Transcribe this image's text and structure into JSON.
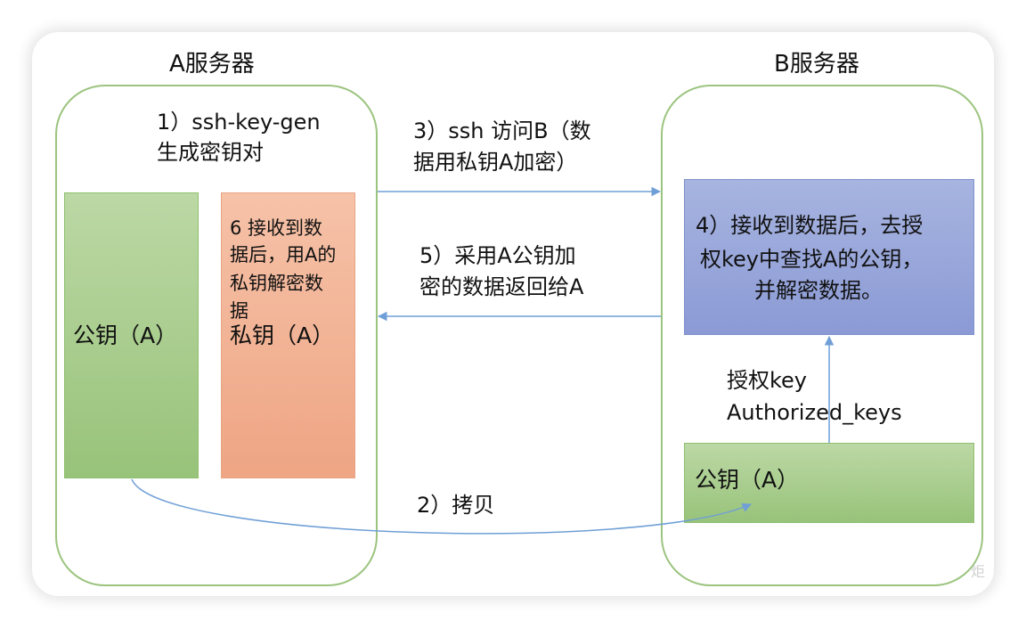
{
  "server_a": {
    "title": "A服务器",
    "step1_line1": "1）ssh-key-gen",
    "step1_line2": "生成密钥对",
    "public_key_label": "公钥（A）",
    "step6_lines": [
      "6 接收到数",
      "据后，用A的",
      "私钥解密数",
      "据"
    ],
    "private_key_label": "私钥（A）"
  },
  "server_b": {
    "title": "B服务器",
    "step4_lines": [
      "4）接收到数据后，去授",
      "权key中查找A的公钥，",
      "并解密数据。"
    ],
    "authorized_line1": "授权key",
    "authorized_line2": "Authorized_keys",
    "public_key_label": "公钥（A）"
  },
  "arrows": {
    "step3_line1": "3）ssh 访问B（数",
    "step3_line2": "据用私钥A加密）",
    "step5_line1": "5）采用A公钥加",
    "step5_line2": "密的数据返回给A",
    "step2": "2）拷贝"
  },
  "colors": {
    "server_border": "#9cc47f",
    "public_key_box": "#acce92",
    "private_key_box": "#f2b497",
    "process_box": "#98a6da",
    "arrow": "#6f9fd6"
  },
  "watermark": "炬"
}
